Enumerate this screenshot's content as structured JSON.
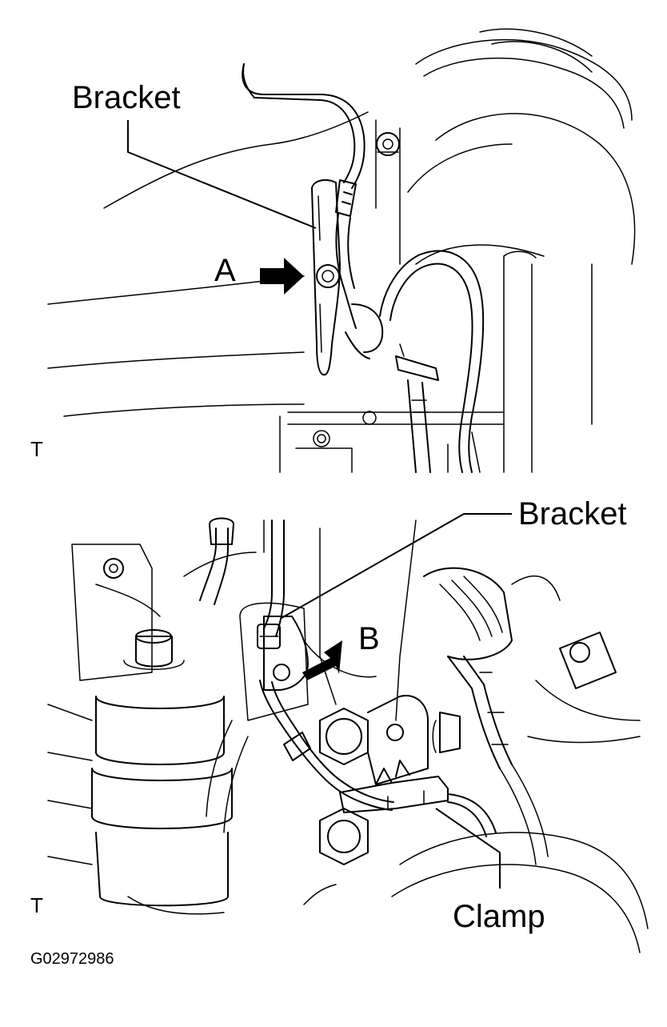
{
  "top_view": {
    "label_bracket": "Bracket",
    "label_arrow": "A",
    "label_corner": "T"
  },
  "bottom_view": {
    "label_bracket": "Bracket",
    "label_arrow": "B",
    "label_clamp": "Clamp",
    "label_corner": "T"
  },
  "figure_code": "G02972986"
}
